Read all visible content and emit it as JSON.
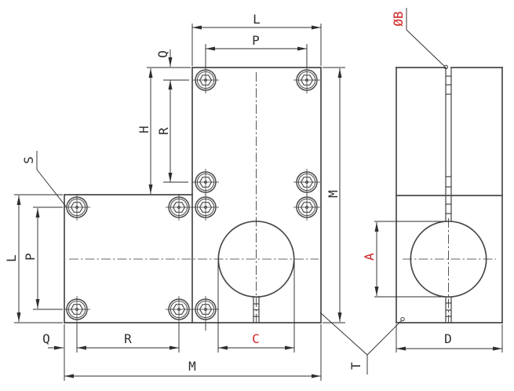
{
  "drawing": {
    "kind": "L-shaped clamp bracket, 2-view dimensioned CAD drawing",
    "views": [
      "front",
      "right-side"
    ]
  },
  "colors": {
    "line_color": "#4a4a4a",
    "dim_color": "#2e2e2e",
    "accent_red": "#cc2222",
    "bg": "#ffffff"
  },
  "labels": {
    "L_top": "L",
    "P_top": "P",
    "Q_top": "Q",
    "H": "H",
    "R_column": "R",
    "S": "S",
    "M_height": "M",
    "L_arm": "L",
    "P_arm": "P",
    "Q_bottom": "Q",
    "R_bottom": "R",
    "C_bore": "C",
    "M_width": "M",
    "B_dia": "ØB",
    "A_bore": "A",
    "D_depth": "D",
    "T_note": "T"
  }
}
